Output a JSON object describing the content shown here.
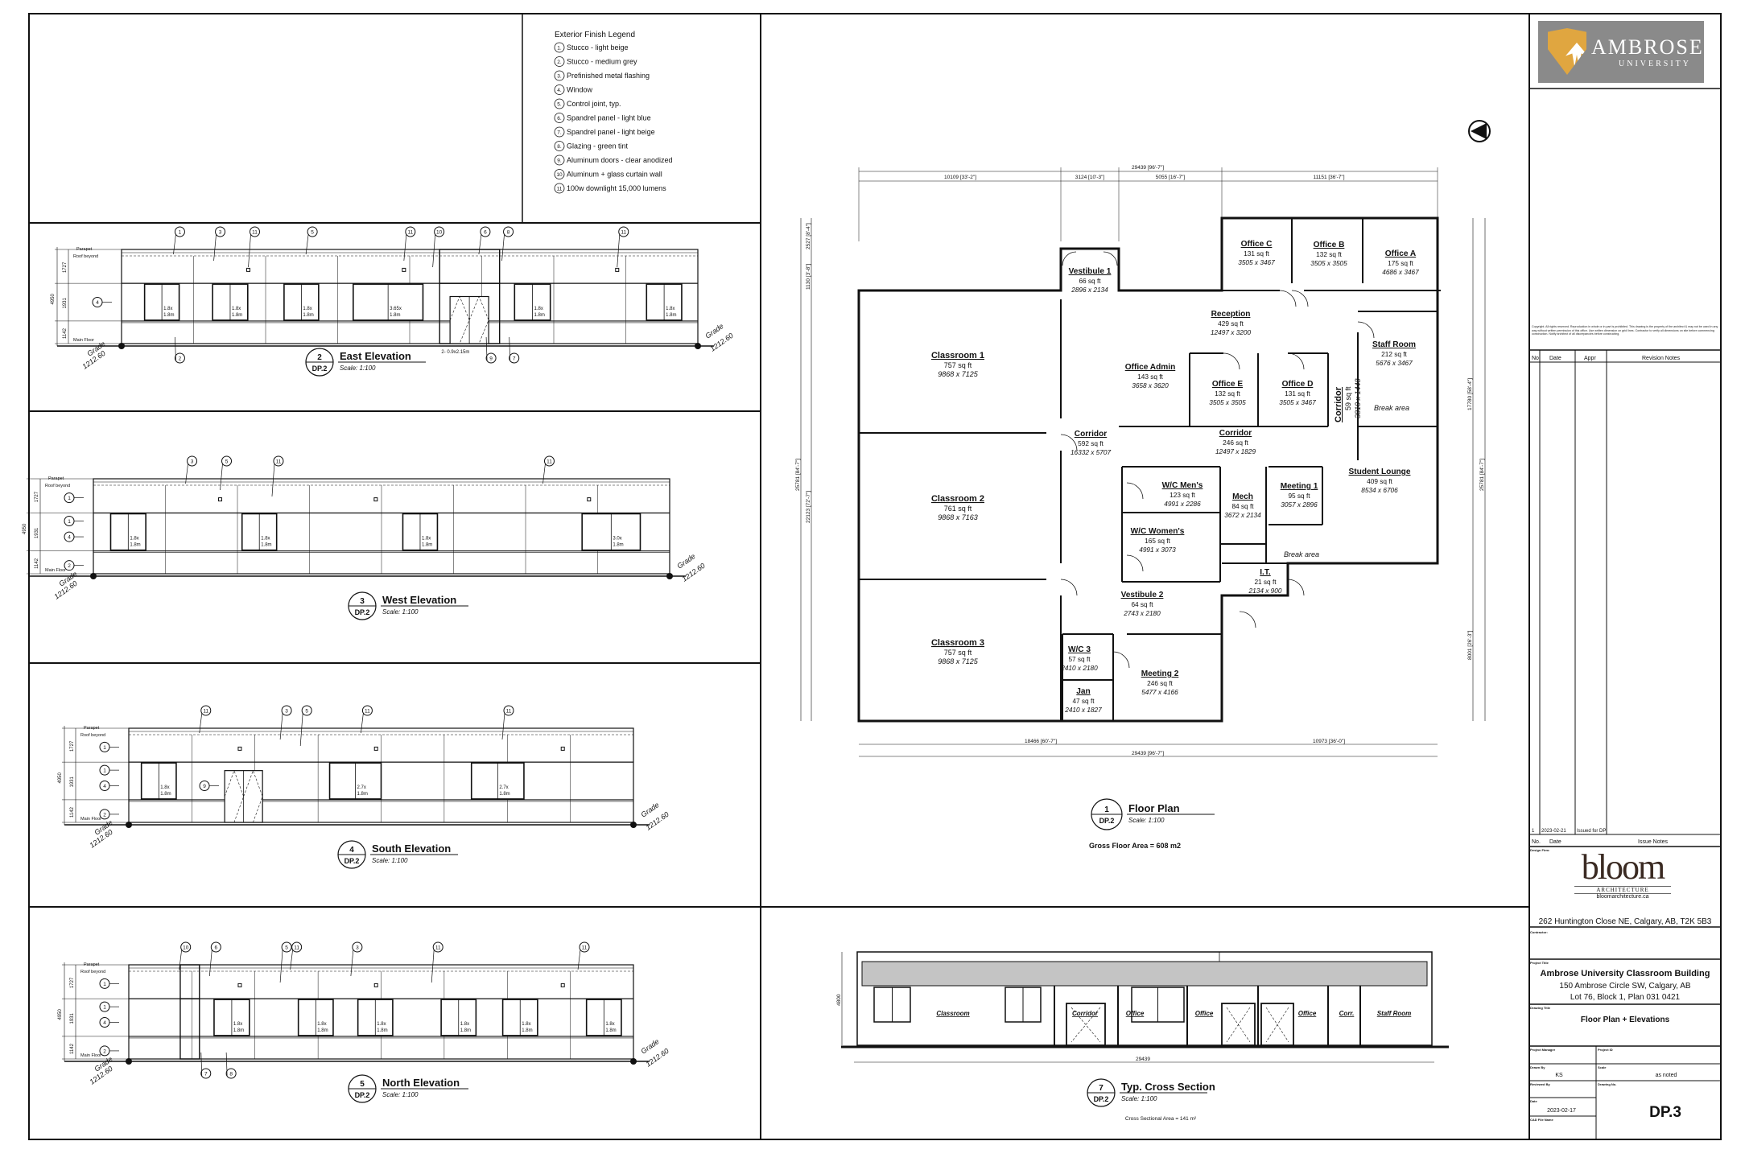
{
  "legend": {
    "title": "Exterior Finish Legend",
    "items": [
      {
        "num": "1.",
        "text": "Stucco - light beige"
      },
      {
        "num": "2.",
        "text": "Stucco - medium grey"
      },
      {
        "num": "3.",
        "text": "Prefinished metal flashing"
      },
      {
        "num": "4.",
        "text": "Window"
      },
      {
        "num": "5.",
        "text": "Control joint, typ."
      },
      {
        "num": "6.",
        "text": "Spandrel panel - light blue"
      },
      {
        "num": "7.",
        "text": "Spandrel panel - light beige"
      },
      {
        "num": "8.",
        "text": "Glazing - green tint"
      },
      {
        "num": "9.",
        "text": "Aluminum doors - clear anodized"
      },
      {
        "num": "10",
        "text": "Aluminum + glass curtain wall"
      },
      {
        "num": "11",
        "text": "100w downlight 15,000 lumens"
      }
    ]
  },
  "elevation_common": {
    "parapet": "Parapet",
    "roof": "Roof beyond",
    "main_floor": "Main Floor",
    "total_height": "4950",
    "upper": "1727",
    "middle": "1931",
    "lower": "1142",
    "grade_label": "Grade",
    "grade_value": "1212.60"
  },
  "elevations": [
    {
      "num": "2",
      "sheet": "DP.2",
      "title": "East Elevation",
      "scale": "Scale: 1:100",
      "windows": [
        {
          "w": "1.8x",
          "h": "1.8m"
        },
        {
          "w": "1.8x",
          "h": "1.8m"
        },
        {
          "w": "1.8x",
          "h": "1.8m"
        },
        {
          "w": "3.65x",
          "h": "1.8m"
        },
        {
          "w": "1.8x",
          "h": "1.8m"
        },
        {
          "w": "1.8x",
          "h": "1.8m"
        }
      ],
      "callouts_top": [
        "1",
        "3",
        "11",
        "5",
        "11",
        "10",
        "6",
        "8",
        "11"
      ],
      "callouts_bottom": [
        "2",
        "9",
        "7"
      ],
      "callouts_left": [
        "4"
      ],
      "door_note": "2- 0.9x2.15m"
    },
    {
      "num": "3",
      "sheet": "DP.2",
      "title": "West Elevation",
      "scale": "Scale: 1:100",
      "windows": [
        {
          "w": "1.8x",
          "h": "1.8m"
        },
        {
          "w": "1.8x",
          "h": "1.8m"
        },
        {
          "w": "1.8x",
          "h": "1.8m"
        },
        {
          "w": "3.0x",
          "h": "1.8m"
        }
      ],
      "callouts_top": [
        "3",
        "5",
        "11",
        "11"
      ],
      "callouts_bottom": [],
      "callouts_left": [
        "1",
        "1",
        "4",
        "2"
      ]
    },
    {
      "num": "4",
      "sheet": "DP.2",
      "title": "South Elevation",
      "scale": "Scale: 1:100",
      "windows": [
        {
          "w": "1.8x",
          "h": "1.8m"
        },
        {
          "w": "2.7x",
          "h": "1.8m"
        },
        {
          "w": "2.7x",
          "h": "1.8m"
        }
      ],
      "callouts_top": [
        "11",
        "3",
        "5",
        "11",
        "11"
      ],
      "callouts_bottom": [],
      "callouts_left": [
        "1",
        "1",
        "4",
        "2",
        "9"
      ]
    },
    {
      "num": "5",
      "sheet": "DP.2",
      "title": "North Elevation",
      "scale": "Scale: 1:100",
      "windows": [
        {
          "w": "1.8x",
          "h": "1.8m"
        },
        {
          "w": "1.8x",
          "h": "1.8m"
        },
        {
          "w": "1.8x",
          "h": "1.8m"
        },
        {
          "w": "1.8x",
          "h": "1.8m"
        },
        {
          "w": "1.8x",
          "h": "1.8m"
        },
        {
          "w": "1.8x",
          "h": "1.8m"
        }
      ],
      "callouts_top": [
        "10",
        "6",
        "5",
        "11",
        "3",
        "11",
        "11"
      ],
      "callouts_bottom": [
        "7",
        "8"
      ],
      "callouts_left": [
        "1",
        "1",
        "4",
        "2"
      ]
    }
  ],
  "floor_plan": {
    "num": "1",
    "sheet": "DP.2",
    "title": "Floor Plan",
    "scale": "Scale: 1:100",
    "gross_area": "Gross Floor Area = 608 m2",
    "rooms": [
      {
        "name": "Classroom 1",
        "area": "757 sq ft",
        "dims": "9868 x 7125"
      },
      {
        "name": "Classroom 2",
        "area": "761 sq ft",
        "dims": "9868 x 7163"
      },
      {
        "name": "Classroom 3",
        "area": "757 sq ft",
        "dims": "9868 x 7125"
      },
      {
        "name": "Vestibule 1",
        "area": "66 sq ft",
        "dims": "2896 x 2134"
      },
      {
        "name": "Office C",
        "area": "131 sq ft",
        "dims": "3505 x 3467"
      },
      {
        "name": "Office B",
        "area": "132 sq ft",
        "dims": "3505 x 3505"
      },
      {
        "name": "Office A",
        "area": "175 sq ft",
        "dims": "4686 x 3467"
      },
      {
        "name": "Reception",
        "area": "429 sq ft",
        "dims": "12497 x 3200"
      },
      {
        "name": "Office Admin",
        "area": "143 sq ft",
        "dims": "3658 x 3620"
      },
      {
        "name": "Office E",
        "area": "132 sq ft",
        "dims": "3505 x 3505"
      },
      {
        "name": "Office D",
        "area": "131 sq ft",
        "dims": "3505 x 3467"
      },
      {
        "name": "Staff Room",
        "area": "212 sq ft",
        "dims": "5676 x 3467"
      },
      {
        "name": "Corridor",
        "area": "592 sq ft",
        "dims": "16332 x 5707"
      },
      {
        "name": "Corridor",
        "area": "246 sq ft",
        "dims": "12497 x 1829"
      },
      {
        "name": "Student Lounge",
        "area": "409 sq ft",
        "dims": "8534 x 6706"
      },
      {
        "name": "W/C Men's",
        "area": "123 sq ft",
        "dims": "4991 x 2286"
      },
      {
        "name": "Mech",
        "area": "84 sq ft",
        "dims": "3672 x 2134"
      },
      {
        "name": "Meeting 1",
        "area": "95 sq ft",
        "dims": "3057 x 2896"
      },
      {
        "name": "W/C Women's",
        "area": "165 sq ft",
        "dims": "4991 x 3073"
      },
      {
        "name": "I.T.",
        "area": "21 sq ft",
        "dims": "2134 x 900"
      },
      {
        "name": "Vestibule 2",
        "area": "64 sq ft",
        "dims": "2743 x 2180"
      },
      {
        "name": "W/C 3",
        "area": "57 sq ft",
        "dims": "2410 x 2180"
      },
      {
        "name": "Jan",
        "area": "47 sq ft",
        "dims": "2410 x 1827"
      },
      {
        "name": "Meeting 2",
        "area": "246 sq ft",
        "dims": "5477 x 4166"
      }
    ],
    "side_corridor": {
      "name": "Corridor",
      "area": "59 sq ft",
      "dims": "3810 x 1448"
    },
    "notes": [
      "Break area",
      "Break area"
    ],
    "dimensions": {
      "top_total": "29439  [96'-7\"]",
      "top_1": "10109  [33'-2\"]",
      "top_2": "3124  [10'-3\"]",
      "top_3": "5055  [16'-7\"]",
      "top_4": "11151  [36'-7\"]",
      "bottom_1": "18466  [60'-7\"]",
      "bottom_2": "10973  [36'-0\"]",
      "bottom_total": "29439  [96'-7\"]",
      "left_1": "1130  [3'-8\"]",
      "left_2": "2527  [8'-4\"]",
      "left_3": "22123  [72'-7\"]",
      "left_total": "25781  [84'-7\"]",
      "right_1": "17780  [58'-4\"]",
      "right_total": "25781  [84'-7\"]",
      "right_2": "8001  [26'-3\"]"
    }
  },
  "cross_section": {
    "num": "7",
    "sheet": "DP.2",
    "title": "Typ. Cross Section",
    "scale": "Scale: 1:100",
    "area_note": "Cross Sectional Area = 141 m²",
    "height": "4800",
    "width": "29439",
    "labels": [
      "Classroom",
      "Corridor",
      "Office",
      "Office",
      "Office",
      "Corr.",
      "Staff Room"
    ]
  },
  "title_block": {
    "client_logo": {
      "name": "AMBROSE",
      "sub": "UNIVERSITY"
    },
    "copyright": "Copyright. All rights reserved. Reproduction in whole or in part is prohibited. This drawing is the property of the architect & may not be used in any way without written permission of this office. Use written dimension on grid lines. Contractor to verify all dimensions on site before commencing construction. Notify architect of all discrepancies before constructing.",
    "revision_headers": [
      "No.",
      "Date",
      "Appr",
      "Revision Notes"
    ],
    "issues": [
      {
        "no": "1",
        "date": "2023-02-21",
        "note": "Issued for DP"
      }
    ],
    "issue_headers": [
      "No.",
      "Date",
      "Issue Notes"
    ],
    "design_firm_label": "Design Firm:",
    "firm_logo": {
      "word": "bloom",
      "sub": "ARCHITECTURE",
      "url": "bloomarchitecture.ca"
    },
    "firm_address": "262 Huntington Close NE, Calgary, AB, T2K 5B3",
    "contractor_label": "Contractor:",
    "project_title_label": "Project Title",
    "project_title": "Ambrose University Classroom Building",
    "project_address": "150 Ambrose Circle SW, Calgary, AB",
    "project_lot": "Lot 76, Block 1, Plan 031 0421",
    "drawing_title_label": "Drawing Title",
    "drawing_title": "Floor Plan + Elevations",
    "project_manager_label": "Project Manager",
    "project_id_label": "Project ID",
    "drawn_by_label": "Drawn By",
    "drawn_by": "KS",
    "scale_label": "Scale",
    "scale": "as noted",
    "reviewed_by_label": "Reviewed By",
    "drawing_no_label": "Drawing No.",
    "date_label": "Date",
    "date": "2023-02-17",
    "cad_label": "CAD File Name",
    "drawing_no": "DP.3"
  }
}
